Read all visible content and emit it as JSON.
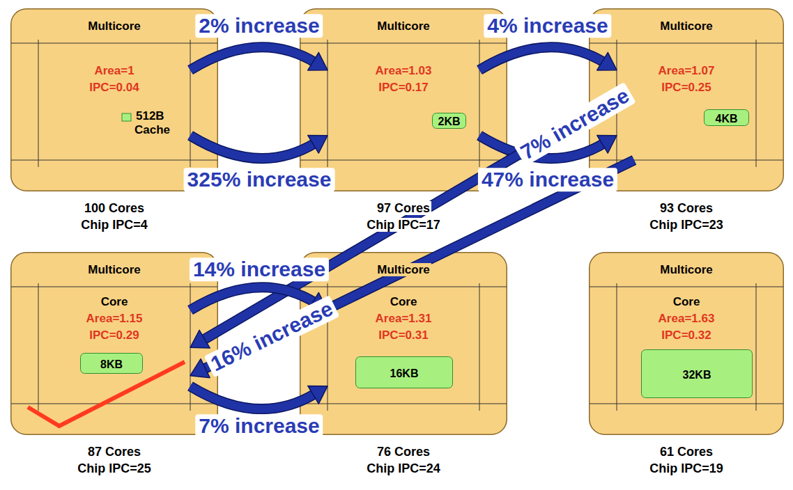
{
  "diagram": {
    "nodes": [
      {
        "text": [
          "Multicore",
          "100 Cores",
          "Chip IPC=4"
        ]
      },
      {
        "text": [
          "Area=1",
          "IPC=0.04"
        ],
        "in": 0
      },
      {
        "text": [
          "512B Cache"
        ],
        "in": 1
      },
      {
        "text": [
          "Multicore",
          "97 Cores",
          "Chip IPC=17"
        ]
      },
      {
        "text": [
          "Area=1.03",
          "IPC=0.17"
        ],
        "in": 3
      },
      {
        "text": [
          "2KB"
        ],
        "in": 4
      },
      {
        "text": [
          "Multicore",
          "93 Cores",
          "Chip IPC=23"
        ]
      },
      {
        "text": [
          "Area=1.07",
          "IPC=0.25"
        ],
        "in": 6
      },
      {
        "text": [
          "4KB"
        ],
        "in": 7
      },
      {
        "text": [
          "Multicore",
          "87 Cores",
          "Chip IPC=25"
        ]
      },
      {
        "text": [
          "Core",
          "Area=1.15",
          "IPC=0.29"
        ],
        "in": 9
      },
      {
        "text": [
          "8KB"
        ],
        "in": 10
      },
      {
        "text": [
          "Multicore",
          "76 Cores",
          "Chip IPC=24"
        ]
      },
      {
        "text": [
          "Core",
          "Area=1.31",
          "IPC=0.31"
        ],
        "in": 12
      },
      {
        "text": [
          "16KB"
        ],
        "in": 13
      },
      {
        "text": [
          "Multicore",
          "61 Cores",
          "Chip IPC=19"
        ]
      },
      {
        "text": [
          "Core",
          "Area=1.63",
          "IPC=0.32"
        ],
        "in": 15
      },
      {
        "text": [
          "32KB"
        ],
        "in": 16
      }
    ],
    "edges": [
      {
        "from": 1,
        "to": 4,
        "arrow": "to",
        "label": "2% increase"
      },
      {
        "from": 1,
        "to": 4,
        "arrow": "to",
        "label": "325% increase"
      },
      {
        "from": 4,
        "to": 7,
        "arrow": "to",
        "label": "4% increase"
      },
      {
        "from": 4,
        "to": 7,
        "arrow": "to",
        "label": "47% increase"
      },
      {
        "from": 7,
        "to": 10,
        "arrow": "to",
        "label": "7% increase"
      },
      {
        "from": 7,
        "to": 10,
        "arrow": "to",
        "label": "16% increase"
      },
      {
        "from": 10,
        "to": 13,
        "arrow": "to",
        "label": "14% increase"
      },
      {
        "from": 10,
        "to": 13,
        "arrow": "to",
        "label": "7% increase"
      }
    ]
  }
}
